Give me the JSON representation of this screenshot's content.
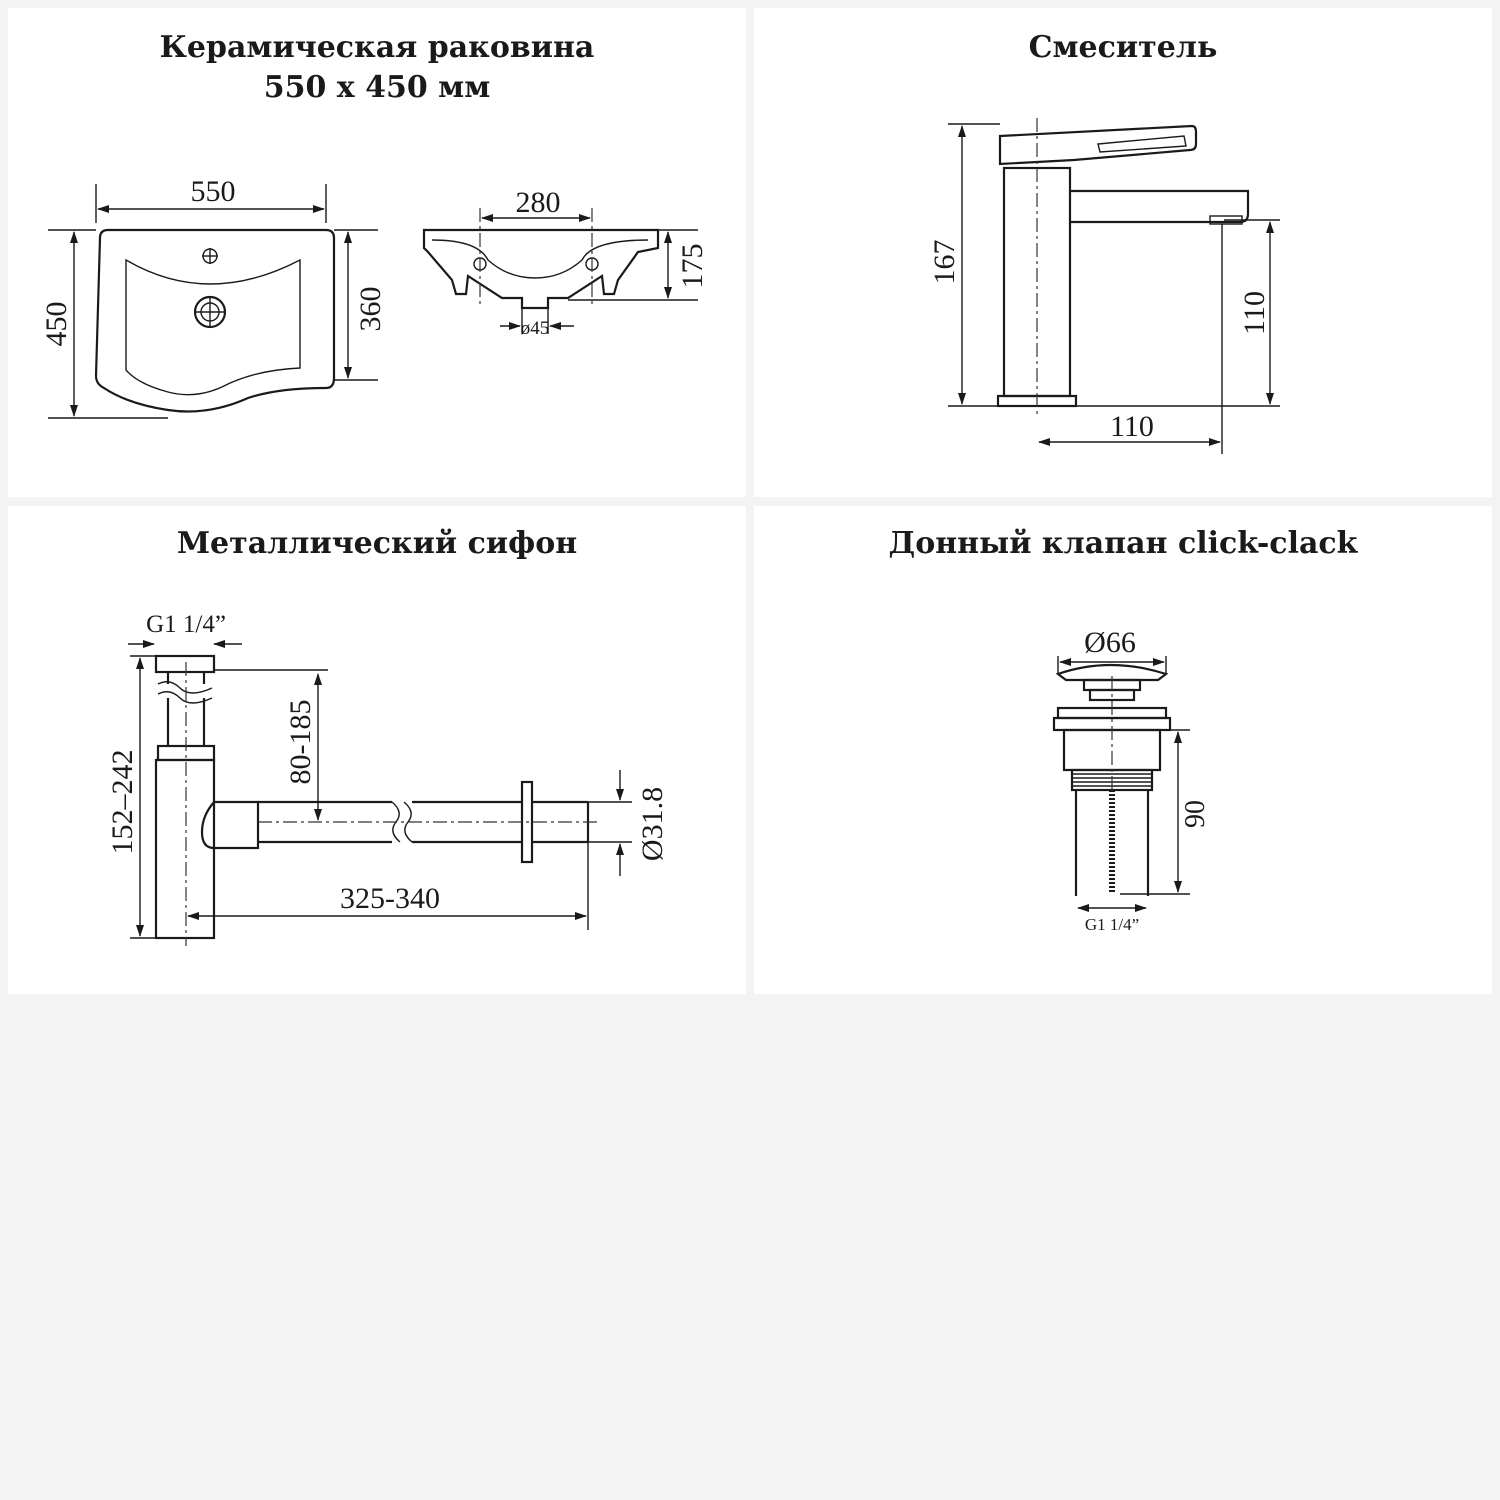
{
  "panels": {
    "sink": {
      "title": "Керамическая раковина\n550 x 450 мм",
      "dims": {
        "width": "550",
        "depth": "450",
        "bowl_depth": "360",
        "bowl_width": "280",
        "height": "175",
        "drain": "ø45"
      }
    },
    "mixer": {
      "title": "Смеситель",
      "dims": {
        "height": "167",
        "spout_height": "110",
        "spout_reach": "110"
      }
    },
    "siphon": {
      "title": "Металлический сифон",
      "dims": {
        "thread": "G1 1/4”",
        "height_range": "152–242",
        "outlet_height": "80-185",
        "length_range": "325-340",
        "outlet_diameter": "Ø31.8"
      }
    },
    "valve": {
      "title": "Донный клапан click-clack",
      "dims": {
        "diameter": "Ø66",
        "height": "90",
        "thread": "G1 1/4”"
      }
    }
  },
  "colors": {
    "background": "#f3f3f3",
    "panel": "#ffffff",
    "line": "#1a1a1a"
  }
}
